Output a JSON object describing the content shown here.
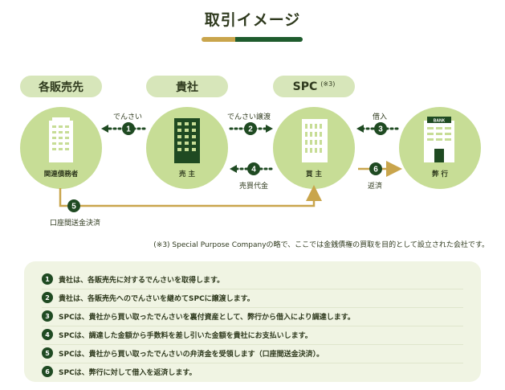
{
  "title": "取引イメージ",
  "colors": {
    "dark_green": "#1f4a22",
    "gold": "#c9a54c",
    "circle": "#c7dd96",
    "pill": "#d7e6ba",
    "steps_bg": "#f0f4e3"
  },
  "parties": {
    "seller": {
      "header": "各販売先",
      "role": "関連債務者",
      "icon": "office-building-icon"
    },
    "company": {
      "header": "貴社",
      "role": "売 主",
      "icon": "office-building-icon"
    },
    "spc": {
      "header": "SPC",
      "note": "(※3)",
      "role": "買 主",
      "icon": "office-building-icon"
    },
    "bank": {
      "header": "",
      "role": "弊 行",
      "sign": "BANK",
      "icon": "bank-building-icon"
    }
  },
  "flows": [
    {
      "num": "1",
      "label": "でんさい"
    },
    {
      "num": "2",
      "label": "でんさい譲渡"
    },
    {
      "num": "3",
      "label": "借入"
    },
    {
      "num": "4",
      "label": "売買代金"
    },
    {
      "num": "5",
      "label": "口座間送金決済"
    },
    {
      "num": "6",
      "label": "返済"
    }
  ],
  "footnote": "(※3) Special Purpose Companyの略で、ここでは金銭債権の買取を目的として設立された会社です。",
  "steps": [
    {
      "num": "1",
      "text": "貴社は、各販売先に対するでんさいを取得します。"
    },
    {
      "num": "2",
      "text": "貴社は、各販売先へのでんさいを継めてSPCに譲渡します。"
    },
    {
      "num": "3",
      "text": "SPCは、貴社から買い取ったでんさいを裏付資産として、弊行から借入により調達します。"
    },
    {
      "num": "4",
      "text": "SPCは、調達した金額から手数料を差し引いた金額を貴社にお支払いします。"
    },
    {
      "num": "5",
      "text": "SPCは、貴社から買い取ったでんさいの弁済金を受領します（口座間送金決済）。"
    },
    {
      "num": "6",
      "text": "SPCは、弊行に対して借入を返済します。"
    }
  ]
}
